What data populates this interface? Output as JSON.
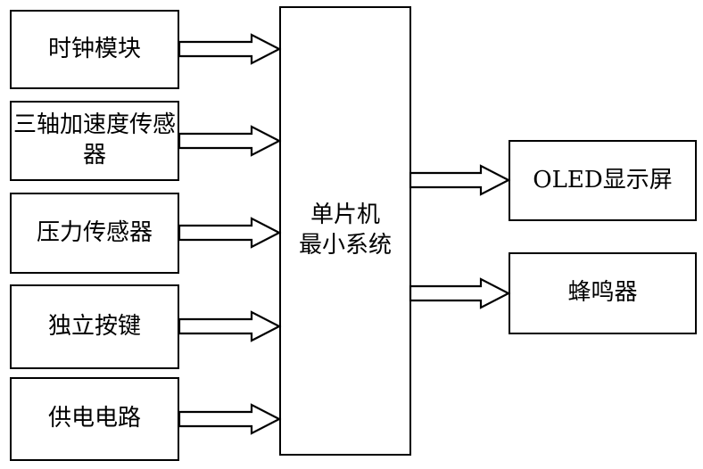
{
  "diagram": {
    "type": "block-diagram",
    "colors": {
      "background": "#ffffff",
      "line": "#000000",
      "text": "#000000",
      "box_fill": "#ffffff"
    },
    "left_boxes": [
      {
        "label": "时钟模块"
      },
      {
        "label": "三轴加速度传感器"
      },
      {
        "label": "压力传感器"
      },
      {
        "label": "独立按键"
      },
      {
        "label": "供电电路"
      }
    ],
    "center_box": {
      "label": "单片机最小系统",
      "line1": "单片机",
      "line2": "最小系统"
    },
    "right_boxes": [
      {
        "label": "OLED显示屏"
      },
      {
        "label": "蜂鸣器"
      }
    ],
    "connections": [
      {
        "from": "时钟模块",
        "to": "单片机最小系统"
      },
      {
        "from": "三轴加速度传感器",
        "to": "单片机最小系统"
      },
      {
        "from": "压力传感器",
        "to": "单片机最小系统"
      },
      {
        "from": "独立按键",
        "to": "单片机最小系统"
      },
      {
        "from": "供电电路",
        "to": "单片机最小系统"
      },
      {
        "from": "单片机最小系统",
        "to": "OLED显示屏"
      },
      {
        "from": "单片机最小系统",
        "to": "蜂鸣器"
      }
    ]
  }
}
